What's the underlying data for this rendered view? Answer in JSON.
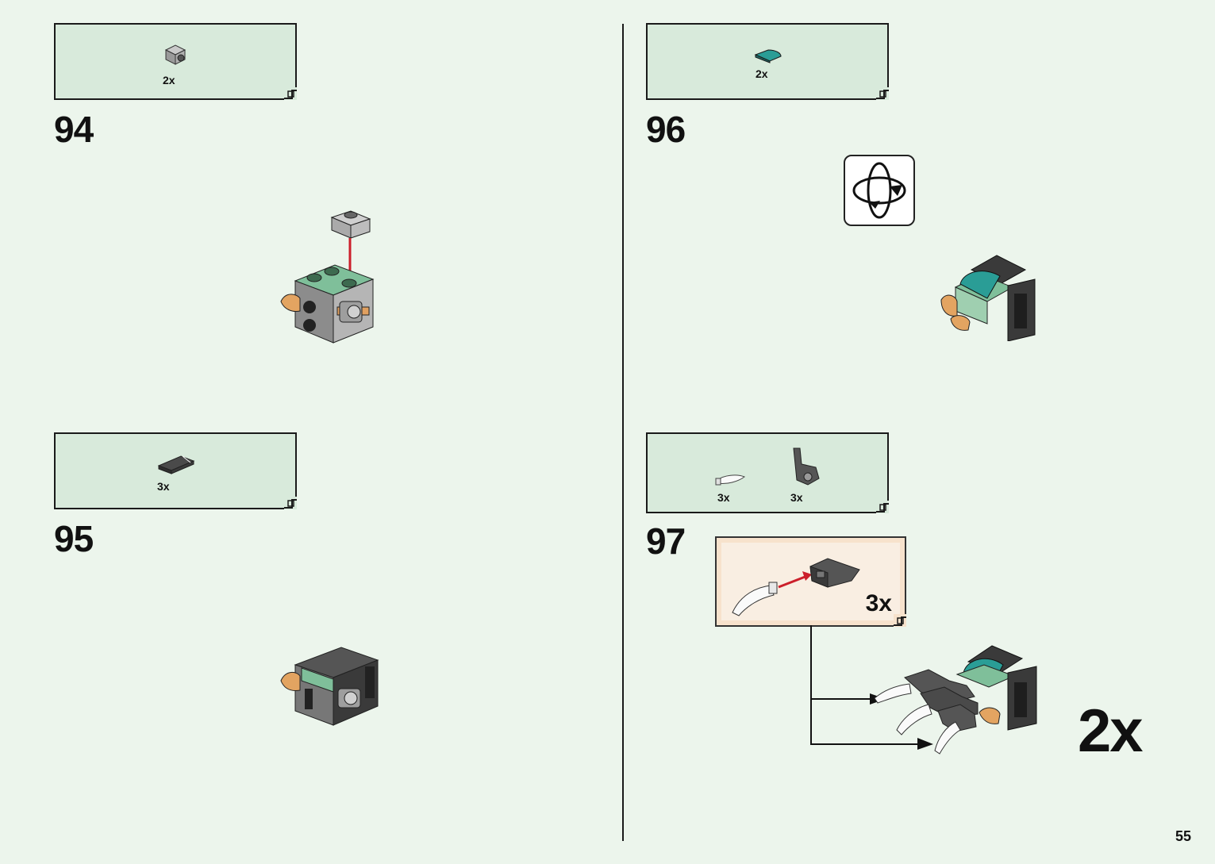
{
  "page_number": "55",
  "steps": [
    {
      "number": "94",
      "parts": [
        {
          "qty": "2x",
          "icon": "light-gray-bracket-piece-icon"
        }
      ]
    },
    {
      "number": "95",
      "parts": [
        {
          "qty": "3x",
          "icon": "dark-gray-tile-piece-icon"
        }
      ]
    },
    {
      "number": "96",
      "parts": [
        {
          "qty": "2x",
          "icon": "teal-quarter-tile-piece-icon"
        }
      ],
      "rotate_icon": "rotate-model-icon"
    },
    {
      "number": "97",
      "parts": [
        {
          "qty": "3x",
          "icon": "white-claw-piece-icon"
        },
        {
          "qty": "3x",
          "icon": "dark-gray-clip-piece-icon"
        }
      ],
      "callout_qty": "3x",
      "model_multiplier": "2x"
    }
  ],
  "colors": {
    "background": "#ecf5ec",
    "parts_box": "#d8eadb",
    "callout": "#f7e2cc",
    "arrow": "#cc1f2b",
    "teal": "#2a9d96"
  }
}
